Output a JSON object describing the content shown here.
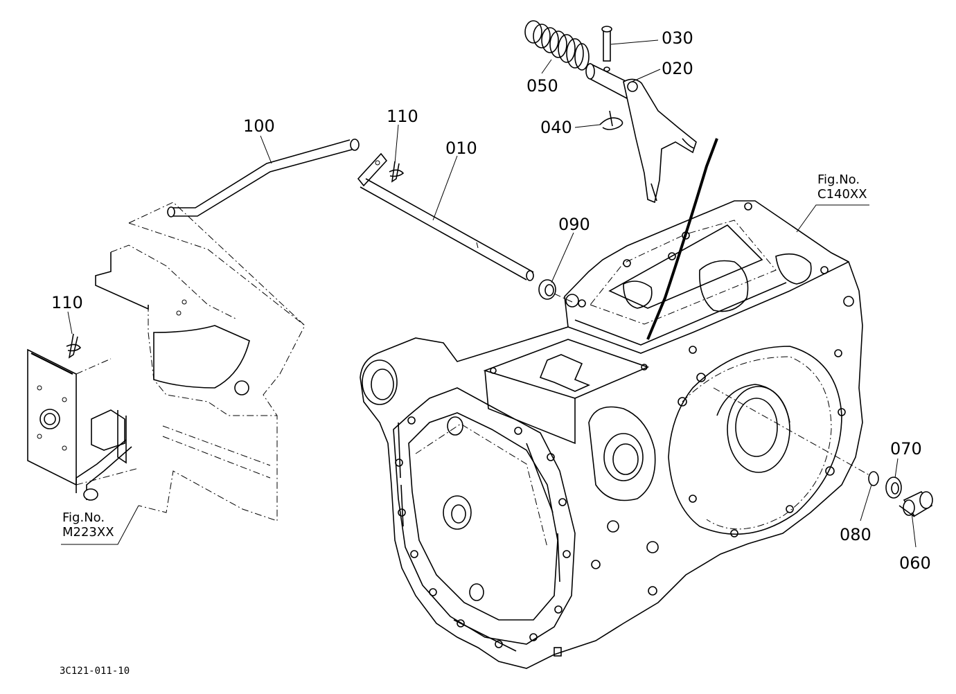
{
  "parts": {
    "p030": "030",
    "p020": "020",
    "p050": "050",
    "p040": "040",
    "p110a": "110",
    "p100": "100",
    "p010": "010",
    "p090": "090",
    "p110b": "110",
    "p070": "070",
    "p080": "080",
    "p060": "060"
  },
  "refs": {
    "fig_c140": {
      "prefix": "Fig.No.",
      "code": "C140XX"
    },
    "fig_m223": {
      "prefix": "Fig.No.",
      "code": "M223XX"
    }
  },
  "drawing_code": "3C121-011-10"
}
